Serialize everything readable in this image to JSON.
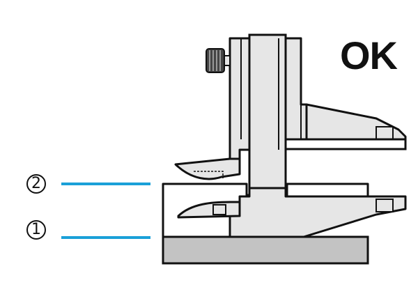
{
  "status": "OK",
  "markers": [
    {
      "label": "2",
      "line_color": "#1aa0d8"
    },
    {
      "label": "1",
      "line_color": "#1aa0d8"
    }
  ],
  "colors": {
    "outline": "#111111",
    "caliper_fill": "#e6e6e6",
    "surface_plate": "#c3c3c3",
    "reference_line": "#1aa0d8",
    "background": "#ffffff"
  }
}
